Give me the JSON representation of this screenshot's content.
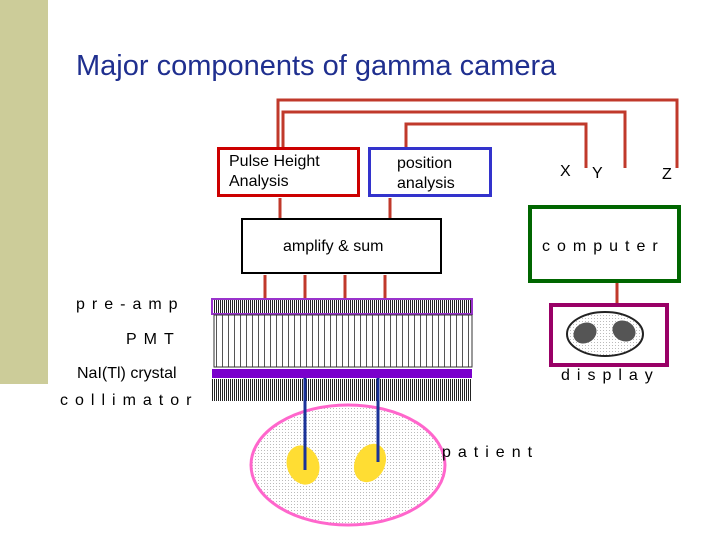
{
  "title": "Major components of gamma camera",
  "labels": {
    "pha_line1": "Pulse Height",
    "pha_line2": "Analysis",
    "pos_line1": "position",
    "pos_line2": "analysis",
    "amplify": "amplify & sum",
    "computer": "computer",
    "x": "X",
    "y": "Y",
    "z": "Z",
    "preamp": "pre-amp",
    "pmt": "PMT",
    "crystal": "NaI(Tl) crystal",
    "collimator": "collimator",
    "display": "display",
    "patient": "patient"
  },
  "colors": {
    "title": "#1f2f8f",
    "sidebar": "#cccc99",
    "wire": "#c0392b",
    "pha_border": "#cc0000",
    "position_border": "#3333cc",
    "computer_border": "#006600",
    "display_border": "#990066",
    "preamp_border": "#9933cc",
    "crystal": "#7a00cc",
    "organ": "#ffdd33",
    "patient_outline": "#ff66cc",
    "probe": "#1a3399"
  }
}
